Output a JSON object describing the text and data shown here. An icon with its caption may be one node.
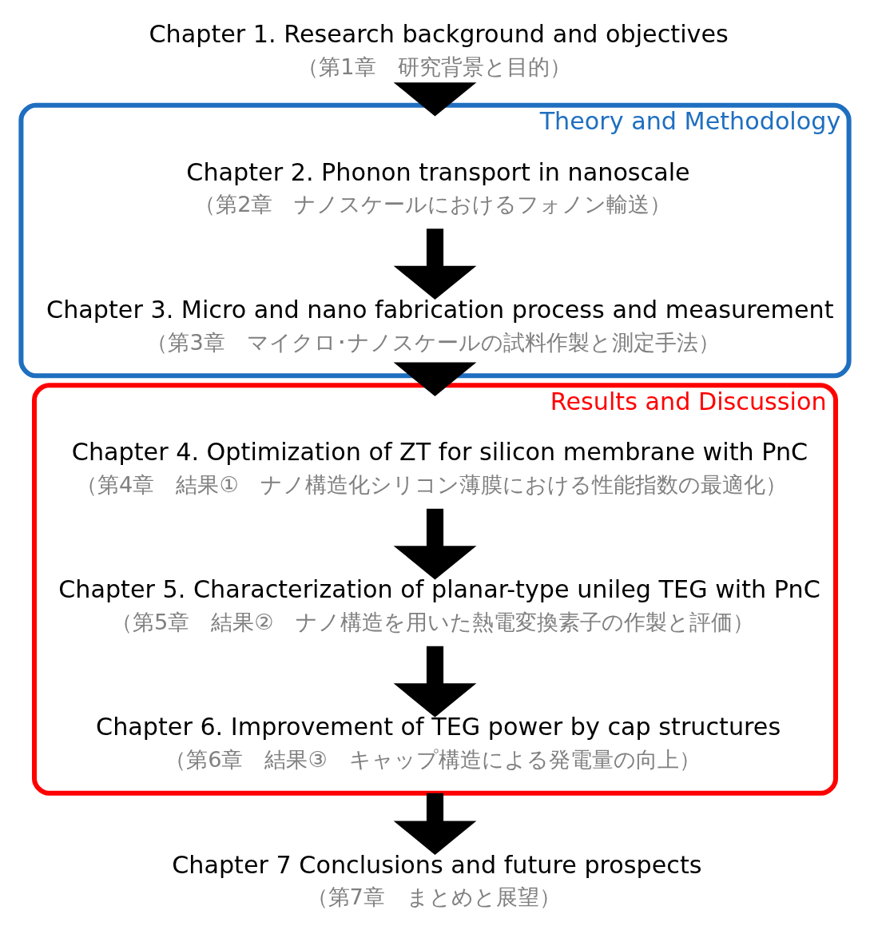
{
  "diagram": {
    "nodes": [
      {
        "text": [
          "Chapter 1. Research background and objectives",
          "（第1章　研究背景と目的）"
        ]
      },
      {
        "text": [
          "Theory and Methodology"
        ]
      },
      {
        "text": [
          "Chapter 2. Phonon transport in nanoscale",
          "（第2章　ナノスケールにおけるフォノン輸送）"
        ],
        "in": 1
      },
      {
        "text": [
          "Chapter 3. Micro and nano fabrication process and measurement",
          "（第3章　マイクロ･ナノスケールの試料作製と測定手法）"
        ],
        "in": 1
      },
      {
        "text": [
          "Results and Discussion"
        ]
      },
      {
        "text": [
          "Chapter 4. Optimization of ZT for silicon membrane with PnC",
          "（第4章　結果①　ナノ構造化シリコン薄膜における性能指数の最適化）"
        ],
        "in": 4
      },
      {
        "text": [
          "Chapter 5. Characterization of planar-type unileg TEG with PnC",
          "（第5章　結果②　ナノ構造を用いた熱電変換素子の作製と評価）"
        ],
        "in": 4
      },
      {
        "text": [
          "Chapter 6. Improvement of TEG power by cap structures",
          "（第6章　結果③　キャップ構造による発電量の向上）"
        ],
        "in": 4
      },
      {
        "text": [
          "Chapter 7 Conclusions and future prospects",
          "（第7章　まとめと展望）"
        ]
      }
    ],
    "edges": [
      {
        "from": 0,
        "to": 1,
        "arrow": "to"
      },
      {
        "from": 2,
        "to": 3,
        "arrow": "to"
      },
      {
        "from": 1,
        "to": 4,
        "arrow": "to"
      },
      {
        "from": 5,
        "to": 6,
        "arrow": "to"
      },
      {
        "from": 6,
        "to": 7,
        "arrow": "to"
      },
      {
        "from": 4,
        "to": 8,
        "arrow": "to"
      }
    ]
  }
}
